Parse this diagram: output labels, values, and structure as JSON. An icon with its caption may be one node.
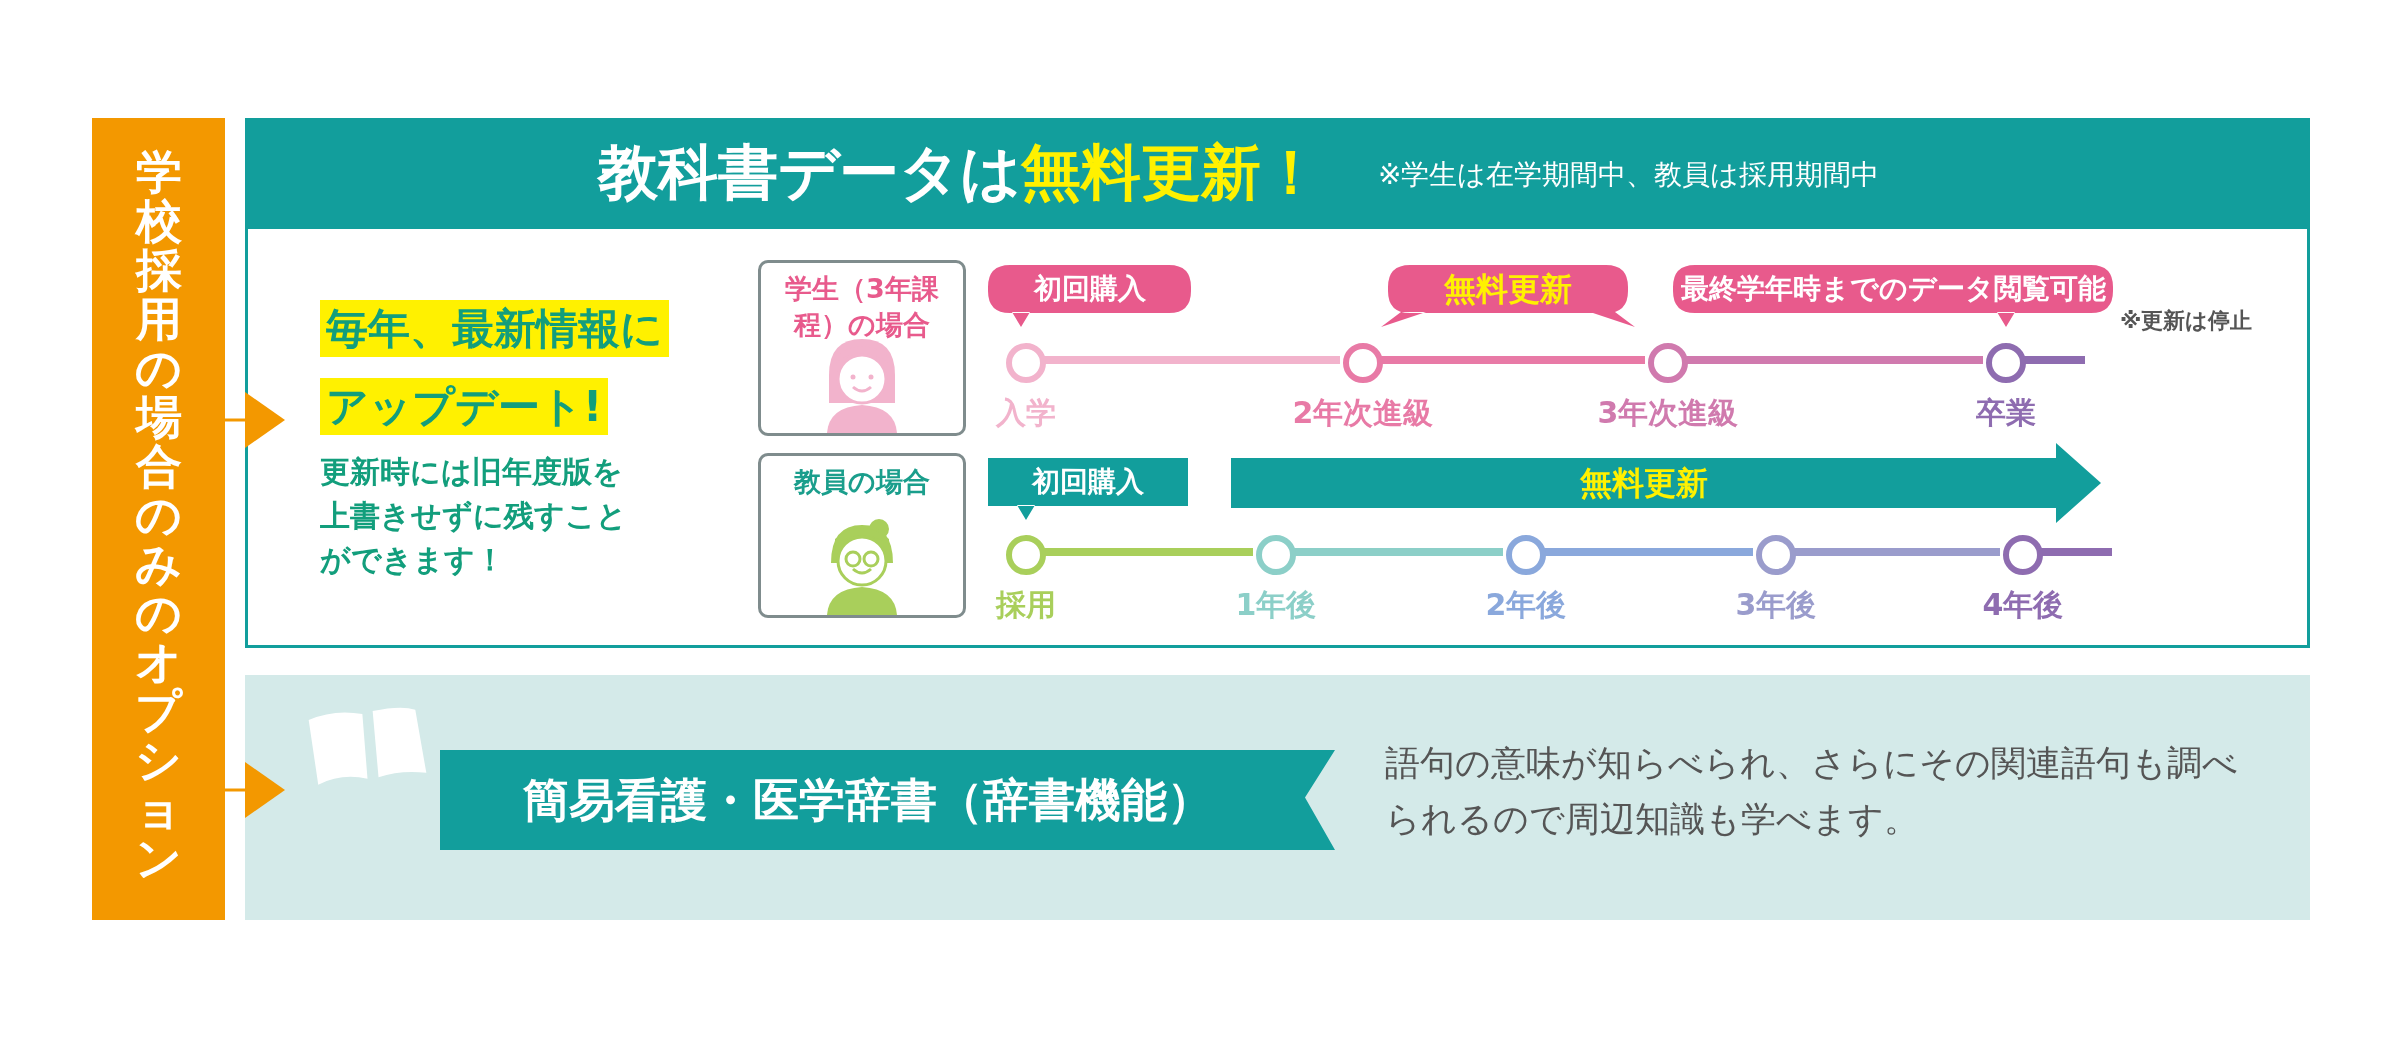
{
  "diagram": {
    "nodes": [
      {
        "text": [
          "学校採用の場合のみのオプション"
        ]
      },
      {
        "text": [
          "教科書データは**無料更新！**",
          "※学生は在学期間中、教員は採用期間中"
        ]
      },
      {
        "text": [
          "学生（3年課程）の場合"
        ],
        "in": 1
      },
      {
        "text": [
          "教員の場合"
        ],
        "in": 1
      },
      {
        "text": [
          "初回購入"
        ],
        "in": 1
      },
      {
        "text": [
          "無料更新"
        ],
        "in": 1
      },
      {
        "text": [
          "最終学年時までのデータ閲覧可能"
        ],
        "in": 1
      },
      {
        "text": [
          "入学"
        ],
        "in": 1
      },
      {
        "text": [
          "2年次進級"
        ],
        "in": 1
      },
      {
        "text": [
          "3年次進級"
        ],
        "in": 1
      },
      {
        "text": [
          "卒業"
        ],
        "in": 1
      },
      {
        "text": [
          "初回購入"
        ],
        "in": 1
      },
      {
        "text": [
          "無料更新"
        ],
        "in": 1
      },
      {
        "text": [
          "採用"
        ],
        "in": 1
      },
      {
        "text": [
          "1年後"
        ],
        "in": 1
      },
      {
        "text": [
          "2年後"
        ],
        "in": 1
      },
      {
        "text": [
          "3年後"
        ],
        "in": 1
      },
      {
        "text": [
          "4年後"
        ],
        "in": 1
      },
      {
        "text": [],
        "shape": "box"
      },
      {
        "text": [
          "簡易看護・医学辞書（辞書機能）"
        ],
        "in": 18
      }
    ],
    "edges": [
      {
        "from": 0,
        "to": 1,
        "arrow": "to",
        "color": "#f39800"
      },
      {
        "from": 0,
        "to": 18,
        "arrow": "to",
        "color": "#f39800"
      },
      {
        "from": 7,
        "to": 8,
        "arrow": "none",
        "color": "#f2b3cc"
      },
      {
        "from": 8,
        "to": 9,
        "arrow": "none",
        "color": "#e87aa6"
      },
      {
        "from": 9,
        "to": 10,
        "arrow": "none",
        "color": "#d07aae"
      },
      {
        "from": 10,
        "to": null,
        "arrow": "none",
        "color": "#8e6cb0"
      },
      {
        "from": 13,
        "to": 14,
        "arrow": "none",
        "color": "#a9cf5b"
      },
      {
        "from": 14,
        "to": 15,
        "arrow": "none",
        "color": "#8ccfc8"
      },
      {
        "from": 15,
        "to": 16,
        "arrow": "none",
        "color": "#8aa8dc"
      },
      {
        "from": 16,
        "to": 17,
        "arrow": "none",
        "color": "#9a9ccc"
      },
      {
        "from": 17,
        "to": null,
        "arrow": "none",
        "color": "#8e6cb0"
      }
    ],
    "labels": [
      "毎年、最新情報にアップデート!",
      "更新時には旧年度版を上書きせずに残すことができます！",
      "※更新は停止",
      "語句の意味が知らべられ、さらにその関連語句も調べられるので周辺知識も学べます。"
    ]
  }
}
